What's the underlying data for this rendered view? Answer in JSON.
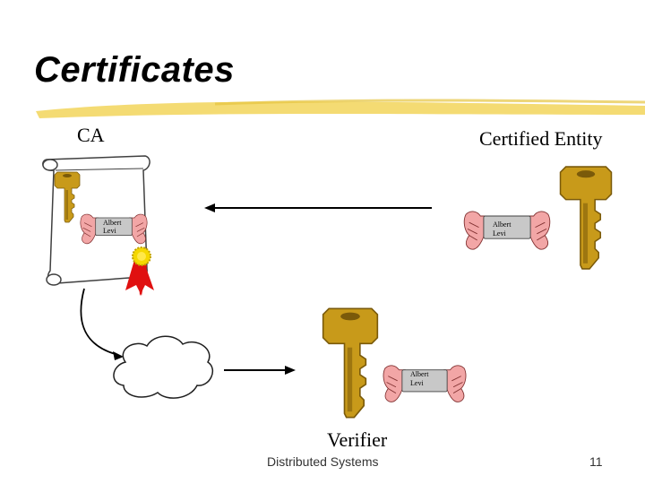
{
  "slide": {
    "title": "Certificates",
    "labels": {
      "ca": "CA",
      "certified_entity": "Certified Entity",
      "verifier": "Verifier"
    },
    "card_name_line1": "Albert",
    "card_name_line2": "Levi",
    "footer": {
      "course": "Distributed Systems",
      "page_number": "11"
    }
  },
  "colors": {
    "underline": "#f2d55a",
    "key_fill": "#c89a1a",
    "key_shadow": "#7a5a0a",
    "seal_red": "#e01010",
    "seal_gold": "#f5d800",
    "hand_fill": "#f2a6a6",
    "card_fill": "#c8c8c8"
  }
}
